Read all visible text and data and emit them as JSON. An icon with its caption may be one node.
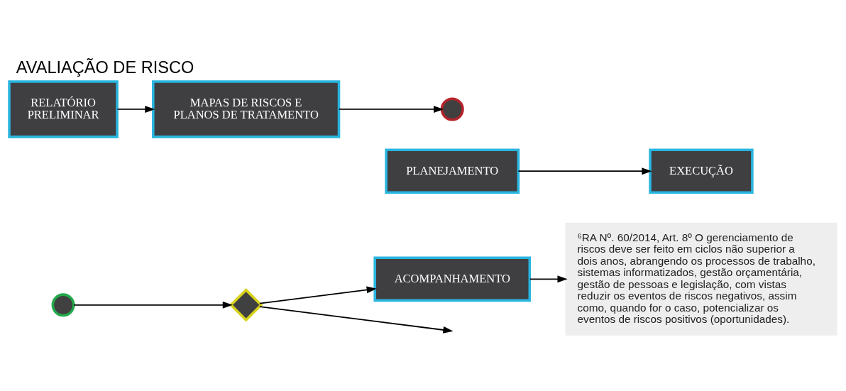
{
  "diagram": {
    "title": "AVALIAÇÃO DE RISCO",
    "nodes": [
      {
        "text": [],
        "shape": "circle"
      },
      {
        "text": [],
        "shape": "diamond"
      },
      {
        "text": [
          "PLANEJAMENTO"
        ]
      },
      {
        "text": [
          "EXECUÇÃO"
        ]
      },
      {
        "text": [
          "RELATÓRIO PRELIMINAR"
        ]
      },
      {
        "text": [
          "MAPAS DE RISCOS E PLANOS DE TRATAMENTO"
        ]
      },
      {
        "text": [],
        "shape": "circle"
      },
      {
        "text": [
          "ACOMPANHAMENTO"
        ]
      },
      {
        "text": [
          "⁶RA Nº. 60/2014, Art. 8º O gerenciamento de riscos deve ser feito em ciclos não superior a dois anos, abrangendo os processos de trabalho, sistemas informatizados, gestão orçamentária, gestão de pessoas e legislação, com vistas reduzir os eventos de riscos negativos, assim como, quando for o caso, potencializar os eventos de riscos positivos (oportunidades)."
        ]
      }
    ],
    "edges": [
      {
        "from": 0,
        "to": 1,
        "arrow": "to"
      },
      {
        "from": 1,
        "to": null,
        "arrow": "to"
      },
      {
        "from": 2,
        "to": 3,
        "arrow": "to"
      },
      {
        "from": 1,
        "to": 7,
        "arrow": "to"
      },
      {
        "from": 7,
        "to": 8,
        "arrow": "to"
      },
      {
        "from": 4,
        "to": 5,
        "arrow": "to"
      },
      {
        "from": 5,
        "to": 6,
        "arrow": "to"
      }
    ]
  }
}
